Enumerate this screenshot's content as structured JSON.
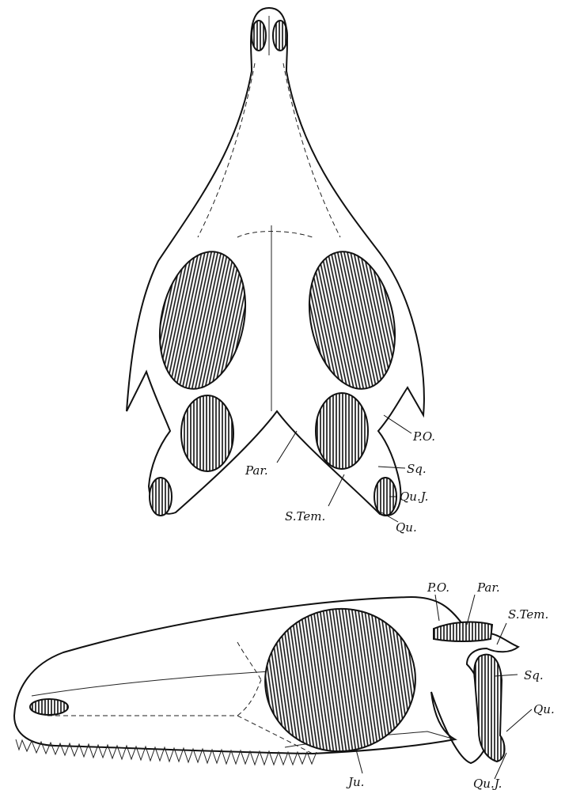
{
  "figure": {
    "dorsal_view": {
      "labels": {
        "po": "P.O.",
        "sq": "Sq.",
        "par": "Par.",
        "quj": "Qu.J.",
        "stem": "S.Tem.",
        "qu": "Qu."
      }
    },
    "lateral_view": {
      "labels": {
        "po": "P.O.",
        "par": "Par.",
        "stem": "S.Tem.",
        "sq": "Sq.",
        "qu": "Qu.",
        "quj": "Qu.J.",
        "ju": "Ju."
      }
    }
  }
}
